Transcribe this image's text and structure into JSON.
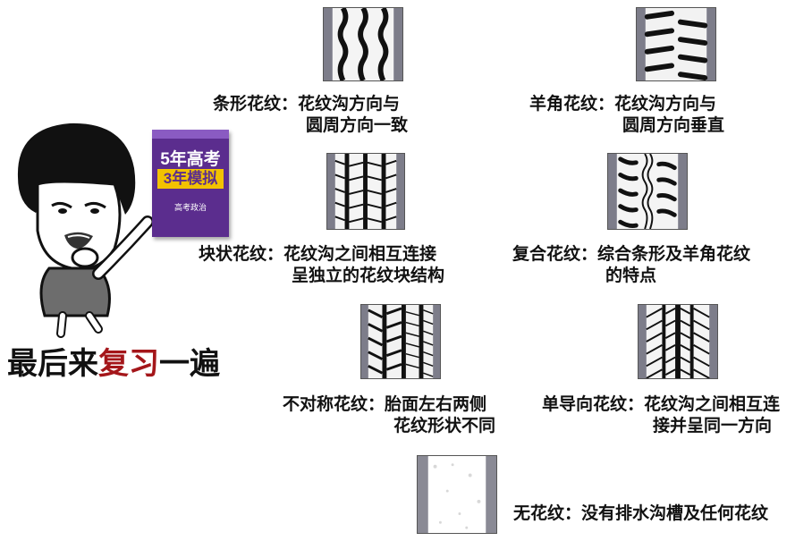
{
  "headline": {
    "part1": "最后来",
    "highlight": "复习",
    "part2": "一遍",
    "highlight_color": "#a4161a"
  },
  "book": {
    "title_line1": "5年高考",
    "title_line2": "3年模拟",
    "subtitle": "高考政治"
  },
  "treads": [
    {
      "id": "strip",
      "caption_line1": "条形花纹：花纹沟方向与",
      "caption_line2": "圆周方向一致"
    },
    {
      "id": "horn",
      "caption_line1": "羊角花纹：花纹沟方向与",
      "caption_line2": "圆周方向垂直"
    },
    {
      "id": "block",
      "caption_line1": "块状花纹：花纹沟之间相互连接",
      "caption_line2": "呈独立的花纹块结构"
    },
    {
      "id": "compound",
      "caption_line1": "复合花纹：综合条形及羊角花纹",
      "caption_line2": "的特点"
    },
    {
      "id": "asymmetric",
      "caption_line1": "不对称花纹：胎面左右两侧",
      "caption_line2": "花纹形状不同"
    },
    {
      "id": "directional",
      "caption_line1": "单导向花纹：花纹沟之间相互连",
      "caption_line2": "接并呈同一方向"
    },
    {
      "id": "none",
      "caption_line1": "无花纹：没有排水沟槽及任何花纹",
      "caption_line2": ""
    }
  ]
}
